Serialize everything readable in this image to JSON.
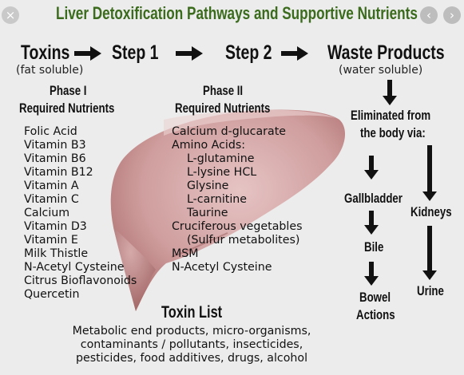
{
  "title": "Liver Detoxification Pathways and Supportive Nutrients",
  "buttons": {
    "close": "×",
    "prev": "‹",
    "next": "›"
  },
  "header": {
    "toxins": "Toxins",
    "toxins_sub": "(fat soluble)",
    "step1": "Step 1",
    "step2": "Step 2",
    "waste": "Waste Products",
    "waste_sub": "(water soluble)"
  },
  "phase1": {
    "title_line1": "Phase I",
    "title_line2": "Required Nutrients",
    "items": [
      "Folic Acid",
      "Vitamin B3",
      "Vitamin B6",
      "Vitamin B12",
      "Vitamin A",
      "Vitamin C",
      "Calcium",
      "Vitamin D3",
      "Vitamin E",
      "Milk Thistle",
      "N-Acetyl Cysteine",
      "Citrus Bioflavonoids",
      "Quercetin"
    ]
  },
  "phase2": {
    "title_line1": "Phase II",
    "title_line2": "Required Nutrients",
    "items": [
      "Calcium d-glucarate",
      "Amino Acids:",
      "L-glutamine",
      "L-lysine HCL",
      "Glysine",
      "L-carnitine",
      "Taurine",
      "Cruciferous vegetables",
      "(Sulfur metabolites)",
      "MSM",
      "N-Acetyl Cysteine"
    ]
  },
  "elimination": {
    "line1": "Eliminated from",
    "line2": "the body via:",
    "gallbladder": "Gallbladder",
    "bile": "Bile",
    "bowel_line1": "Bowel",
    "bowel_line2": "Actions",
    "kidneys": "Kidneys",
    "urine": "Urine"
  },
  "toxin_list": {
    "title": "Toxin List",
    "line1": "Metabolic end products, micro-organisms,",
    "line2": "contaminants / pollutants, insecticides,",
    "line3": "pesticides, food additives, drugs, alcohol"
  },
  "colors": {
    "title_green": "#3b6b1c",
    "liver": "#c48888",
    "background": "#ececec"
  }
}
